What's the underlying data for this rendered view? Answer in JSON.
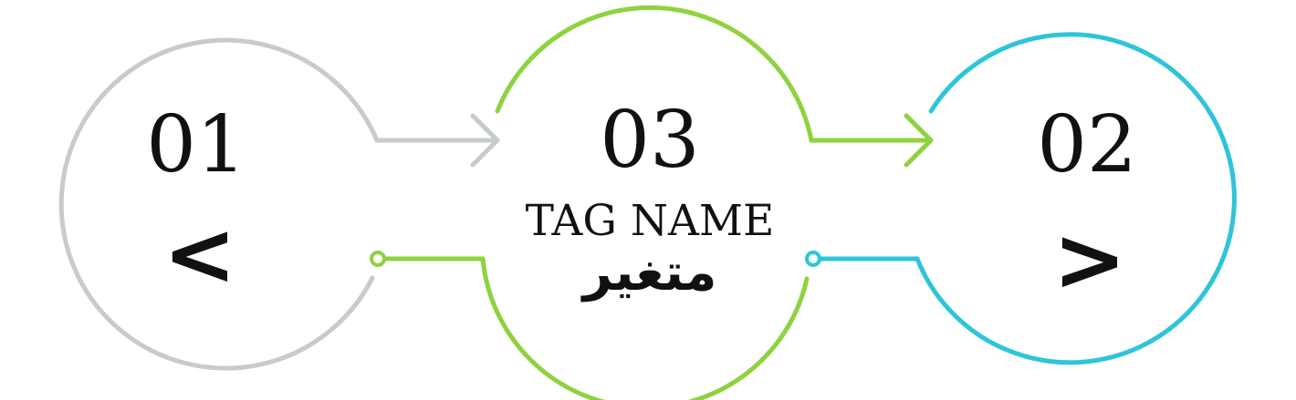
{
  "colors": {
    "step_01": "#c7cbcc",
    "step_03": "#8ed33f",
    "step_02": "#2ec5d8",
    "text": "#111111"
  },
  "steps": [
    {
      "number": "01",
      "symbol": "<"
    },
    {
      "number": "03",
      "tag_name": "TAG NAME",
      "variable_label": "متغير"
    },
    {
      "number": "02",
      "symbol": ">"
    }
  ]
}
